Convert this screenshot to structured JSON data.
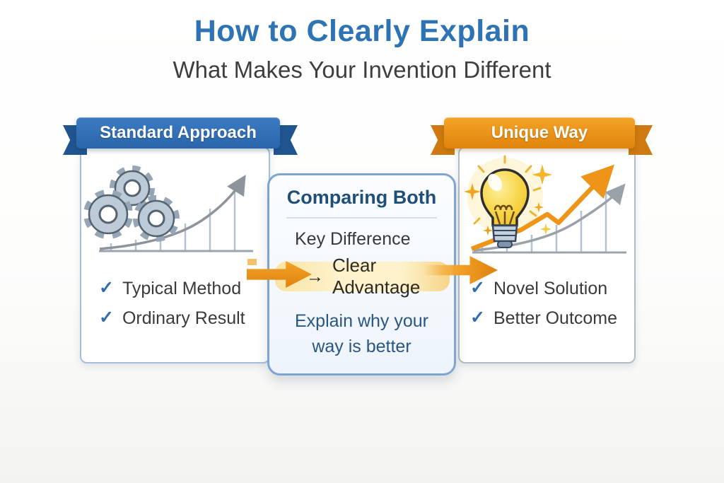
{
  "header": {
    "title": "How to Clearly Explain",
    "subtitle": "What Makes Your Invention Different"
  },
  "standard_panel": {
    "banner": "Standard Approach",
    "items": [
      "Typical Method",
      "Ordinary Result"
    ]
  },
  "unique_panel": {
    "banner": "Unique Way",
    "items": [
      "Novel Solution",
      "Better Outcome"
    ]
  },
  "comparison_panel": {
    "title": "Comparing Both",
    "row1": "Key Difference",
    "highlight_arrow": "→",
    "highlight": "Clear Advantage",
    "note_line1": "Explain why your",
    "note_line2": "way is better"
  },
  "glyphs": {
    "check": "✓"
  },
  "icons": [
    "gears-icon",
    "growth-curve-icon",
    "lightbulb-icon",
    "sparkle-icon",
    "ribbon-banner",
    "right-arrow-connector"
  ],
  "colors": {
    "title_blue": "#2e74b5",
    "subtitle_gray": "#3e3e3e",
    "banner_blue": "#2d6cb3",
    "banner_blue_tail": "#215592",
    "banner_orange": "#ef9420",
    "banner_orange_tail": "#cf7a10",
    "comparison_navy": "#1f4e79",
    "note_blue": "#2a5680",
    "check_blue": "#2e6db4",
    "body_text": "#3a3a3a",
    "highlight_yellow": "#fdf2cb",
    "connector_orange": "#e8891a",
    "curve_gray": "#8d949c",
    "gear_gray": "#bdcad7",
    "bulb_yellow": "#f7d64a"
  }
}
